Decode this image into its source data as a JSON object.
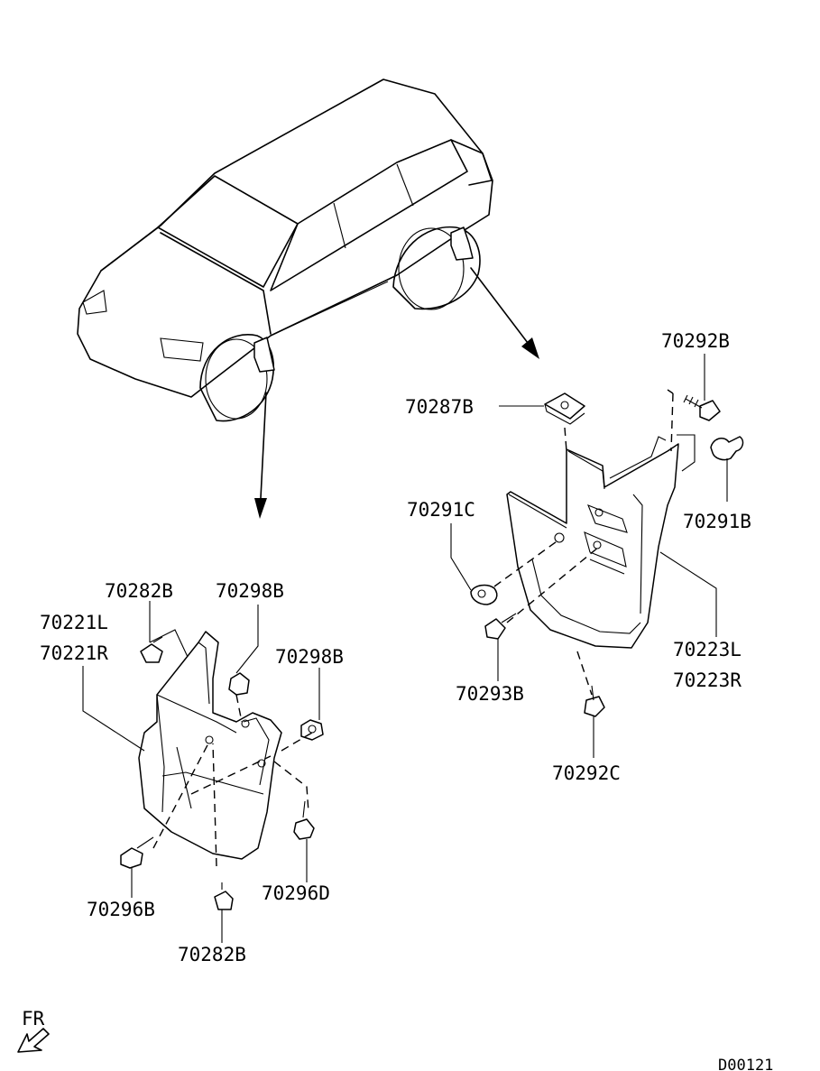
{
  "diagram": {
    "labels": {
      "p70292B_top": "70292B",
      "p70287B": "70287B",
      "p70291C": "70291C",
      "p70291B": "70291B",
      "p70223L": "70223L",
      "p70223R": "70223R",
      "p70293B": "70293B",
      "p70292C": "70292C",
      "p70282B_top": "70282B",
      "p70298B_a": "70298B",
      "p70221L": "70221L",
      "p70221R": "70221R",
      "p70298B_b": "70298B",
      "p70296B": "70296B",
      "p70296D": "70296D",
      "p70282B_bottom": "70282B"
    },
    "direction_label": "FR",
    "drawing_code": "D00121"
  }
}
